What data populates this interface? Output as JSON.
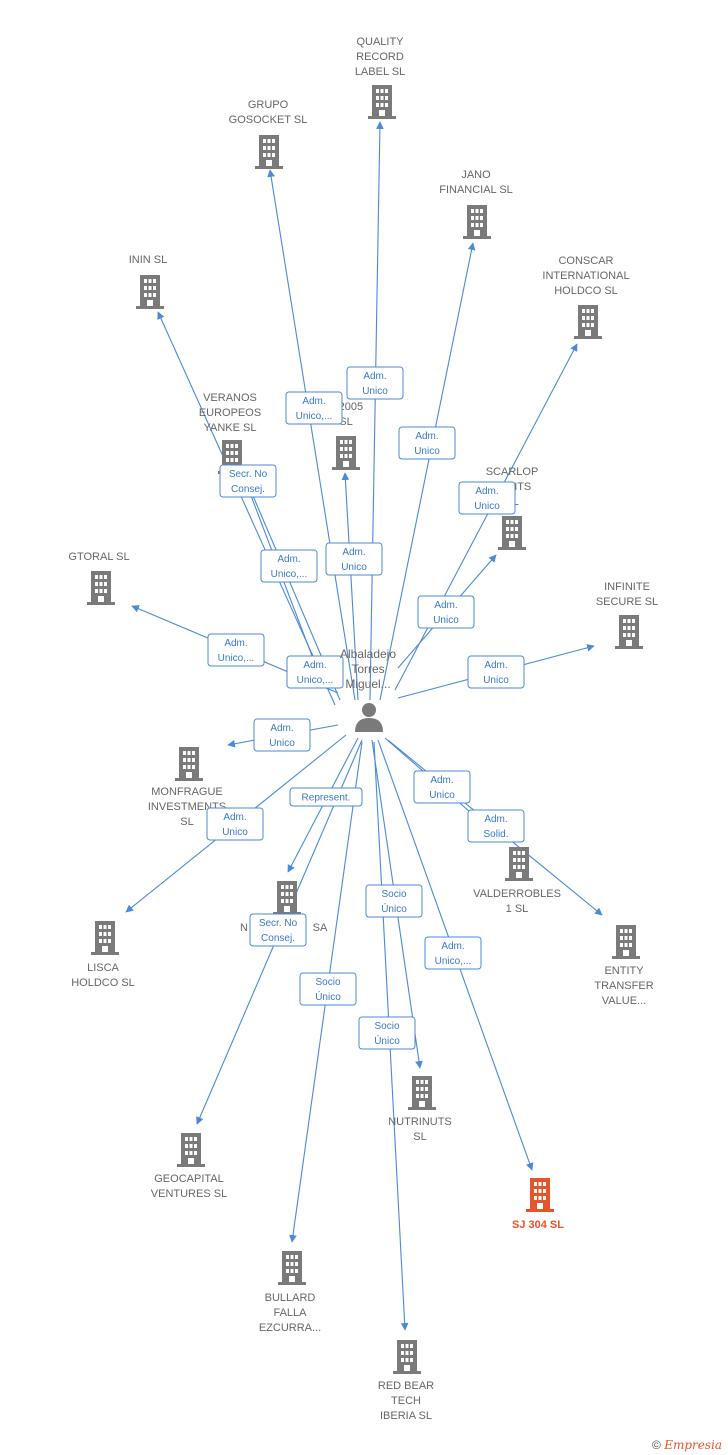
{
  "colors": {
    "edge": "#4a8ad6",
    "node": "#7a7a7a",
    "highlight": "#e8542a",
    "label": "#666666"
  },
  "center": {
    "label_lines": [
      "Albaladejo",
      "Torres",
      "Miguel..."
    ],
    "icon": "person-icon"
  },
  "nodes": [
    {
      "id": "quality",
      "lines": [
        "QUALITY",
        "RECORD",
        "LABEL  SL"
      ],
      "icon": "building-icon"
    },
    {
      "id": "gosocket",
      "lines": [
        "GRUPO",
        "GOSOCKET  SL"
      ],
      "icon": "building-icon"
    },
    {
      "id": "jano",
      "lines": [
        "JANO",
        "FINANCIAL  SL"
      ],
      "icon": "building-icon"
    },
    {
      "id": "ininin",
      "lines": [
        "ININ  SL"
      ],
      "icon": "building-icon"
    },
    {
      "id": "conscar",
      "lines": [
        "CONSCAR",
        "INTERNATIONAL",
        "HOLDCO  SL"
      ],
      "icon": "building-icon"
    },
    {
      "id": "veranos",
      "lines": [
        "VERANOS",
        "EUROPEOS",
        "YANKE  SL"
      ],
      "icon": "building-icon"
    },
    {
      "id": "a2005",
      "lines": [
        "A 2005",
        "SL"
      ],
      "icon": "building-icon"
    },
    {
      "id": "scarlop",
      "lines": [
        "SCARLOP",
        "MENTS",
        "SL"
      ],
      "icon": "building-icon"
    },
    {
      "id": "gtoral",
      "lines": [
        "GTORAL  SL"
      ],
      "icon": "building-icon"
    },
    {
      "id": "infinite",
      "lines": [
        "INFINITE",
        "SECURE  SL"
      ],
      "icon": "building-icon"
    },
    {
      "id": "monfrague",
      "lines": [
        "MONFRAGUE",
        "INVESTMENTS",
        "SL"
      ],
      "icon": "building-icon"
    },
    {
      "id": "valderrobles",
      "lines": [
        "VALDERROBLES",
        "1  SL"
      ],
      "icon": "building-icon"
    },
    {
      "id": "lisca",
      "lines": [
        "LISCA",
        "HOLDCO  SL"
      ],
      "icon": "building-icon"
    },
    {
      "id": "nsa",
      "lines": [
        "N",
        "SA"
      ],
      "icon": "building-icon"
    },
    {
      "id": "entity",
      "lines": [
        "ENTITY",
        "TRANSFER",
        "VALUE..."
      ],
      "icon": "building-icon"
    },
    {
      "id": "nutrinuts",
      "lines": [
        "NUTRINUTS",
        "SL"
      ],
      "icon": "building-icon"
    },
    {
      "id": "geocapital",
      "lines": [
        "GEOCAPITAL",
        "VENTURES  SL"
      ],
      "icon": "building-icon"
    },
    {
      "id": "sj304",
      "lines": [
        "SJ 304  SL"
      ],
      "icon": "building-icon",
      "highlight": true
    },
    {
      "id": "bullard",
      "lines": [
        "BULLARD",
        "FALLA",
        "EZCURRA..."
      ],
      "icon": "building-icon"
    },
    {
      "id": "redbear",
      "lines": [
        "RED BEAR",
        "TECH",
        "IBERIA  SL"
      ],
      "icon": "building-icon"
    }
  ],
  "edges": [
    {
      "target": "quality",
      "label_lines": [
        "Adm.",
        "Unico"
      ]
    },
    {
      "target": "gosocket",
      "label_lines": [
        "Adm.",
        "Unico,..."
      ]
    },
    {
      "target": "jano",
      "label_lines": [
        "Adm.",
        "Unico"
      ]
    },
    {
      "target": "ininin",
      "label_lines": [
        "Secr.  No",
        "Consej."
      ]
    },
    {
      "target": "conscar",
      "label_lines": [
        "Adm.",
        "Unico"
      ]
    },
    {
      "target": "veranos",
      "label_lines": [
        "Adm.",
        "Unico,..."
      ]
    },
    {
      "target": "a2005",
      "label_lines": [
        "Adm.",
        "Unico"
      ]
    },
    {
      "target": "scarlop",
      "label_lines": [
        "Adm.",
        "Unico"
      ]
    },
    {
      "target": "gtoral",
      "label_lines": [
        "Adm.",
        "Unico,..."
      ]
    },
    {
      "target": "veranos",
      "label_lines": [
        "Adm.",
        "Unico,..."
      ]
    },
    {
      "target": "infinite",
      "label_lines": [
        "Adm.",
        "Unico"
      ]
    },
    {
      "target": "monfrague",
      "label_lines": [
        "Adm.",
        "Unico"
      ]
    },
    {
      "target": "nsa",
      "label_lines": [
        "Represent."
      ]
    },
    {
      "target": "valderrobles",
      "label_lines": [
        "Adm.",
        "Unico"
      ]
    },
    {
      "target": "entity",
      "label_lines": [
        "Adm.",
        "Solid."
      ]
    },
    {
      "target": "lisca",
      "label_lines": [
        "Adm.",
        "Unico"
      ]
    },
    {
      "target": "geocapital",
      "label_lines": [
        "Secr.  No",
        "Consej."
      ]
    },
    {
      "target": "nutrinuts",
      "label_lines": [
        "Socio",
        "Único"
      ]
    },
    {
      "target": "sj304",
      "label_lines": [
        "Adm.",
        "Unico,..."
      ]
    },
    {
      "target": "bullard",
      "label_lines": [
        "Socio",
        "Único"
      ]
    },
    {
      "target": "redbear",
      "label_lines": [
        "Socio",
        "Único"
      ]
    }
  ],
  "footer": {
    "copyright": "©",
    "brand": "Empresia"
  }
}
